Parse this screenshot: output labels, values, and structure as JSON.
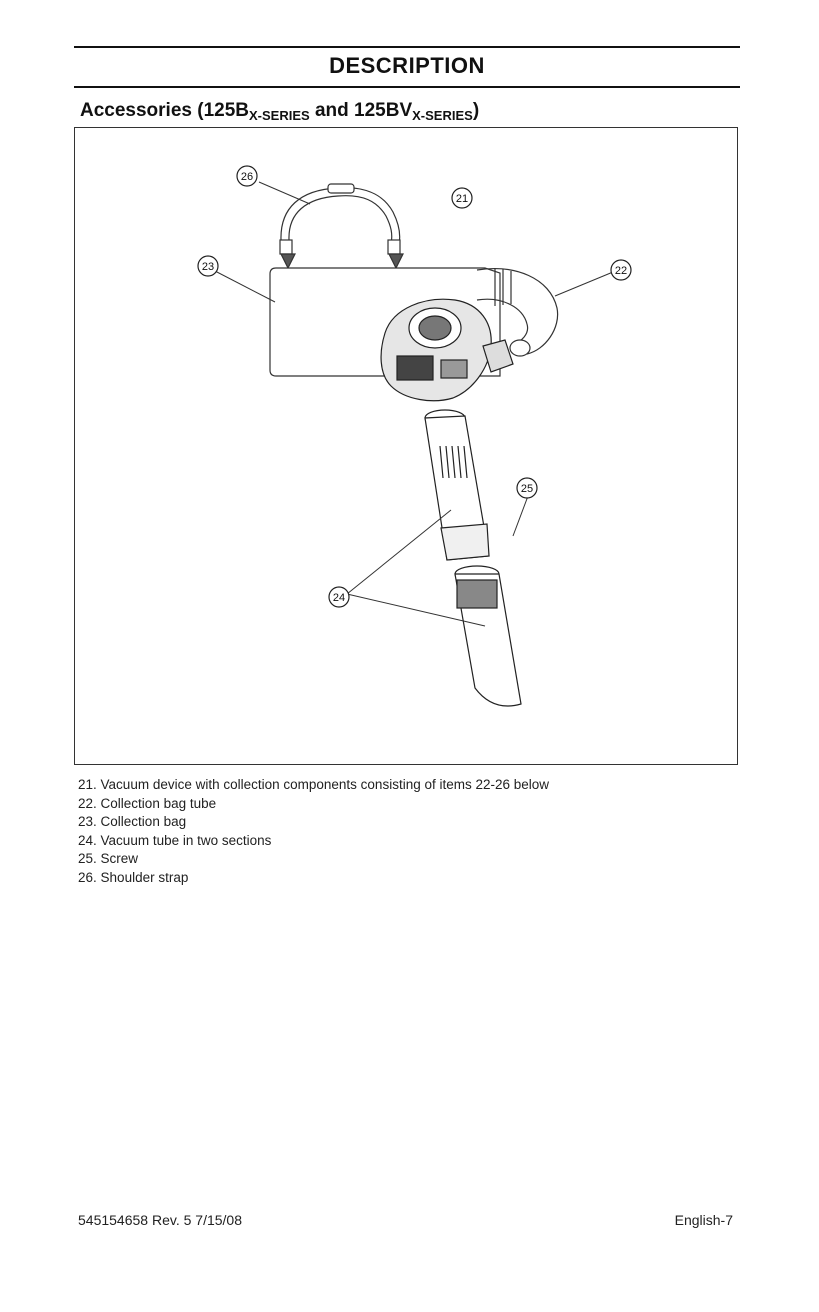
{
  "header": {
    "title": "DESCRIPTION"
  },
  "heading": {
    "prefix": "Accessories (125B",
    "sub1": "X-SERIES",
    "middle": " and 125BV",
    "sub2": "X-SERIES",
    "suffix": ")"
  },
  "figure": {
    "callouts": [
      "26",
      "21",
      "23",
      "22",
      "25",
      "24"
    ]
  },
  "parts": [
    {
      "num": "21.",
      "text": "Vacuum device with collection components consisting of items 22-26 below"
    },
    {
      "num": "22.",
      "text": "Collection bag tube"
    },
    {
      "num": "23.",
      "text": "Collection bag"
    },
    {
      "num": "24.",
      "text": "Vacuum tube in two sections"
    },
    {
      "num": "25.",
      "text": "Screw"
    },
    {
      "num": "26.",
      "text": "Shoulder strap"
    }
  ],
  "footer": {
    "doc_info": "545154658   Rev. 5   7/15/08",
    "page": "English-7"
  }
}
